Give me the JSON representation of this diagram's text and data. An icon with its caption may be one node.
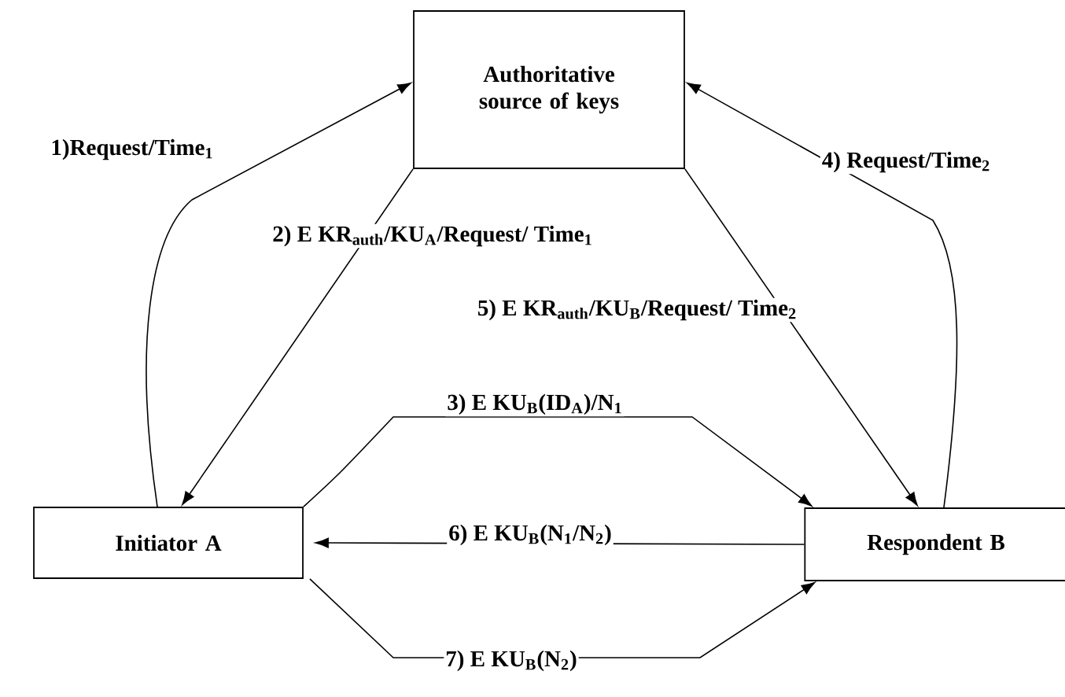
{
  "diagram": {
    "nodes": [
      {
        "text": [
          "Authoritative source of keys"
        ]
      },
      {
        "text": [
          "Initiator A"
        ]
      },
      {
        "text": [
          "Respondent B"
        ]
      }
    ],
    "edges": [
      {
        "from": 1,
        "to": 0,
        "arrow": "to",
        "label": "1)Request/Time$_{1}$"
      },
      {
        "from": 0,
        "to": 1,
        "arrow": "to",
        "label": "2) E KR$_{auth}$/KU$_{A}$/Request/ Time$_{1}$"
      },
      {
        "from": 1,
        "to": 2,
        "arrow": "to",
        "label": "3) E KU$_{B}$(ID$_{A}$)/N$_{1}$"
      },
      {
        "from": 2,
        "to": 0,
        "arrow": "to",
        "label": "4) Request/Time$_{2}$"
      },
      {
        "from": 0,
        "to": 2,
        "arrow": "to",
        "label": "5) E KR$_{auth}$/KU$_{B}$/Request/ Time$_{2}$"
      },
      {
        "from": 2,
        "to": 1,
        "arrow": "to",
        "label": "6) E KU$_{B}$(N$_{1}$/N$_{2}$)"
      },
      {
        "from": 1,
        "to": 2,
        "arrow": "to",
        "label": "7) E KU$_{B}$(N$_{2}$)"
      }
    ]
  }
}
